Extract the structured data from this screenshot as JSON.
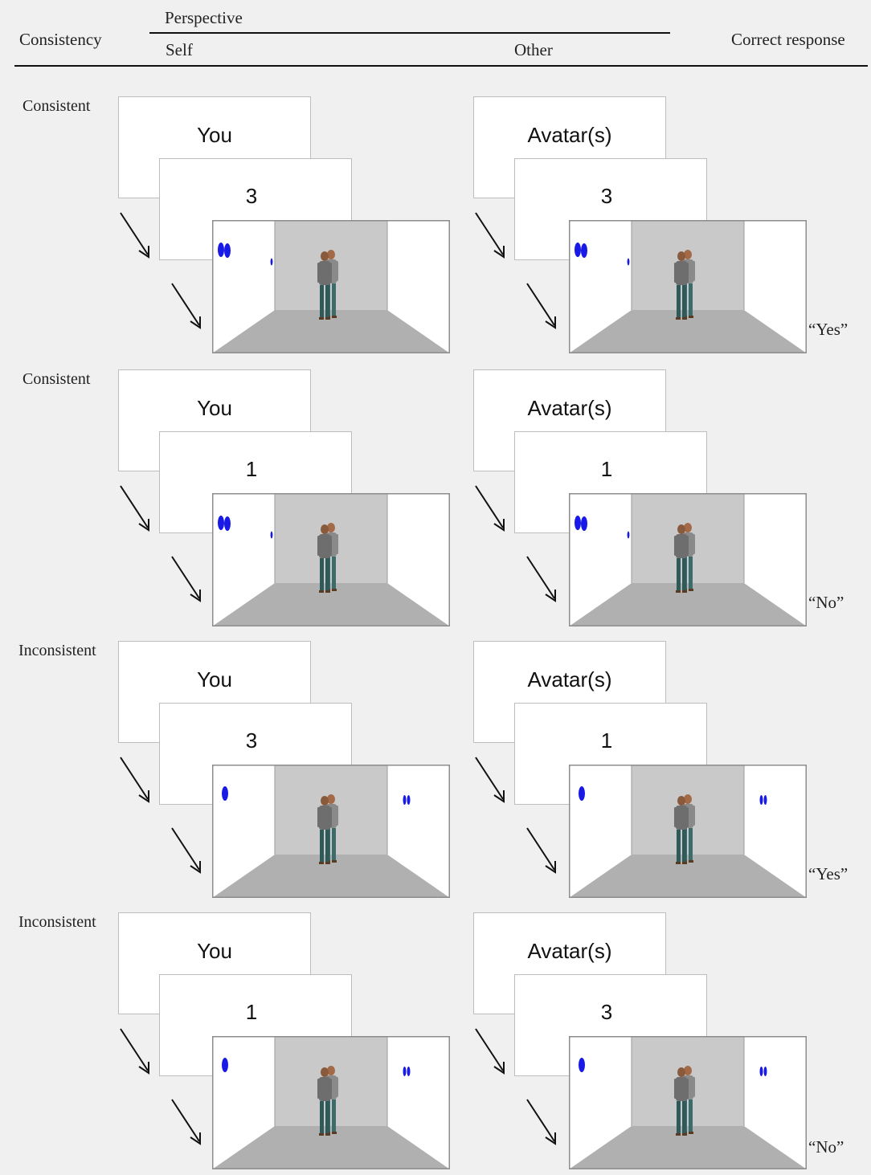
{
  "header": {
    "consistency": "Consistency",
    "perspective": "Perspective",
    "self": "Self",
    "other": "Other",
    "correct_response": "Correct response"
  },
  "trials": [
    {
      "consistency": "Consistent",
      "self": {
        "cue": "You",
        "number": "3"
      },
      "other": {
        "cue": "Avatar(s)",
        "number": "3"
      },
      "scene": {
        "left_wall_dots": 2,
        "right_wall_dots": 0,
        "back_left_dot": true
      },
      "response": "“Yes”"
    },
    {
      "consistency": "Consistent",
      "self": {
        "cue": "You",
        "number": "1"
      },
      "other": {
        "cue": "Avatar(s)",
        "number": "1"
      },
      "scene": {
        "left_wall_dots": 2,
        "right_wall_dots": 0,
        "back_left_dot": true
      },
      "response": "“No”"
    },
    {
      "consistency": "Inconsistent",
      "self": {
        "cue": "You",
        "number": "3"
      },
      "other": {
        "cue": "Avatar(s)",
        "number": "1"
      },
      "scene": {
        "left_wall_dots": 1,
        "right_wall_dots": 2,
        "back_left_dot": false
      },
      "response": "“Yes”"
    },
    {
      "consistency": "Inconsistent",
      "self": {
        "cue": "You",
        "number": "1"
      },
      "other": {
        "cue": "Avatar(s)",
        "number": "3"
      },
      "scene": {
        "left_wall_dots": 1,
        "right_wall_dots": 2,
        "back_left_dot": false
      },
      "response": "“No”"
    }
  ],
  "colors": {
    "background": "#f0f0f0",
    "dot": "#1a1ae6",
    "back_wall": "#c9c9c9",
    "floor": "#b0b0b0",
    "side_wall": "#ffffff"
  },
  "icons": {
    "arrow": "diagonal-down-right-arrow",
    "avatar": "standing-avatar-figures"
  }
}
